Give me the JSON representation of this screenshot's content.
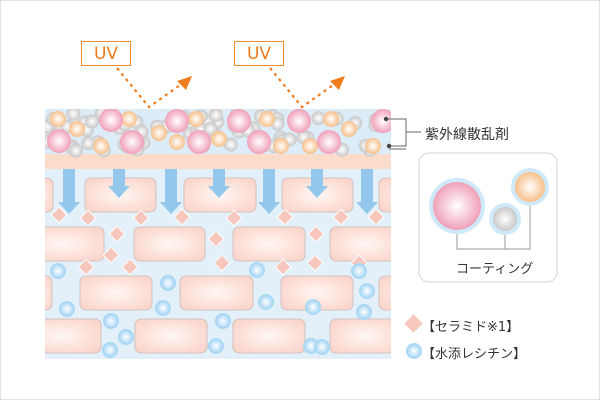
{
  "uv_labels": [
    "UV",
    "UV"
  ],
  "scatter_agent_label": "紫外線散乱剤",
  "coating_label": "コーティング",
  "legend": [
    {
      "label": "【セラミド※1】",
      "icon": "diamond-icon"
    },
    {
      "label": "【水添レシチン】",
      "icon": "bubble-icon"
    }
  ],
  "colors": {
    "uv": "#f07c1e",
    "skin_bg": "#deeef9",
    "cell": "#fbd9d0",
    "arrow": "#8ec5ea",
    "ceramide": "#f7c6bd",
    "lecithin": "#bfe3f8"
  }
}
